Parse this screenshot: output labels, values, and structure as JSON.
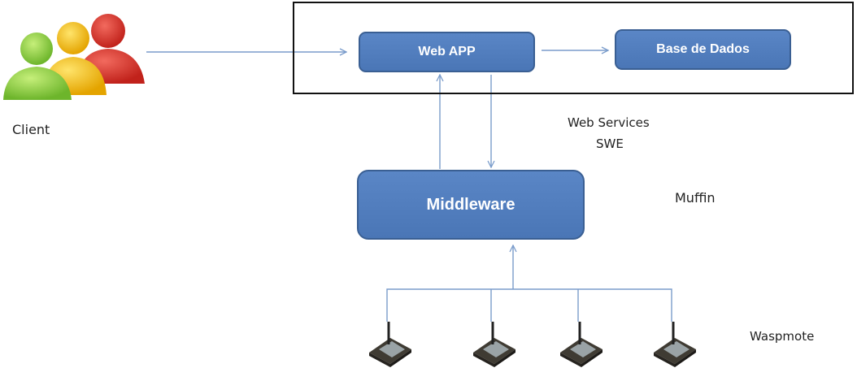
{
  "nodes": {
    "web_app": "Web APP",
    "database": "Base de Dados",
    "middleware": "Middleware"
  },
  "labels": {
    "client": "Client",
    "web_services": "Web Services",
    "swe": "SWE",
    "muffin": "Muffin",
    "waspmote": "Waspmote"
  },
  "colors": {
    "box_fill": "#4f7fc0",
    "box_border": "#3a5f93",
    "arrow": "#7a9ccb",
    "frame": "#111111"
  },
  "icons": [
    "client-users-icon",
    "waspmote-device-icon"
  ]
}
